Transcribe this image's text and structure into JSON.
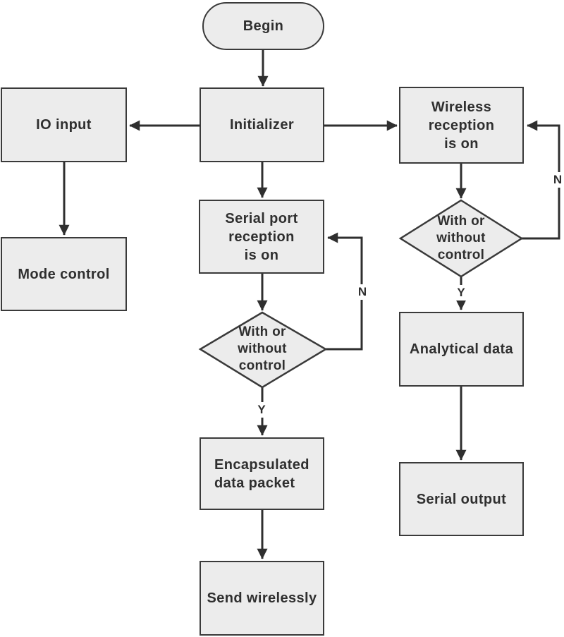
{
  "diagram": {
    "type": "flowchart",
    "background": "#ffffff",
    "style": {
      "node_fill": "#ececec",
      "node_border": "#3a3a3a",
      "connector_color": "#2f2f2f",
      "text_color": "#2f2f2f"
    },
    "nodes": {
      "begin": {
        "label": "Begin",
        "shape": "terminator"
      },
      "initializer": {
        "label": "Initializer",
        "shape": "process"
      },
      "io_input": {
        "label": "IO input",
        "shape": "process"
      },
      "mode_control": {
        "label": "Mode control",
        "shape": "process"
      },
      "wireless_reception": {
        "label": "Wireless\nreception\nis on",
        "shape": "process"
      },
      "serial_port_reception": {
        "label": "Serial port\nreception\nis on",
        "shape": "process"
      },
      "decision_center": {
        "label": "With or\nwithout\ncontrol",
        "shape": "decision"
      },
      "decision_right": {
        "label": "With or\nwithout\ncontrol",
        "shape": "decision"
      },
      "encapsulated_data_packet": {
        "label": "Encapsulated\ndata packet",
        "shape": "process"
      },
      "send_wirelessly": {
        "label": "Send wirelessly",
        "shape": "process"
      },
      "analytical_data": {
        "label": "Analytical data",
        "shape": "process"
      },
      "serial_output": {
        "label": "Serial output",
        "shape": "process"
      }
    },
    "edge_labels": {
      "center_yes": "Y",
      "center_no": "N",
      "right_yes": "Y",
      "right_no": "N"
    },
    "edges": [
      {
        "from": "begin",
        "to": "initializer"
      },
      {
        "from": "initializer",
        "to": "io_input"
      },
      {
        "from": "initializer",
        "to": "wireless_reception"
      },
      {
        "from": "initializer",
        "to": "serial_port_reception"
      },
      {
        "from": "io_input",
        "to": "mode_control"
      },
      {
        "from": "wireless_reception",
        "to": "decision_right"
      },
      {
        "from": "serial_port_reception",
        "to": "decision_center"
      },
      {
        "from": "decision_center",
        "to": "encapsulated_data_packet",
        "label": "Y"
      },
      {
        "from": "decision_center",
        "to": "serial_port_reception",
        "label": "N"
      },
      {
        "from": "encapsulated_data_packet",
        "to": "send_wirelessly"
      },
      {
        "from": "decision_right",
        "to": "analytical_data",
        "label": "Y"
      },
      {
        "from": "decision_right",
        "to": "wireless_reception",
        "label": "N"
      },
      {
        "from": "analytical_data",
        "to": "serial_output"
      }
    ]
  }
}
